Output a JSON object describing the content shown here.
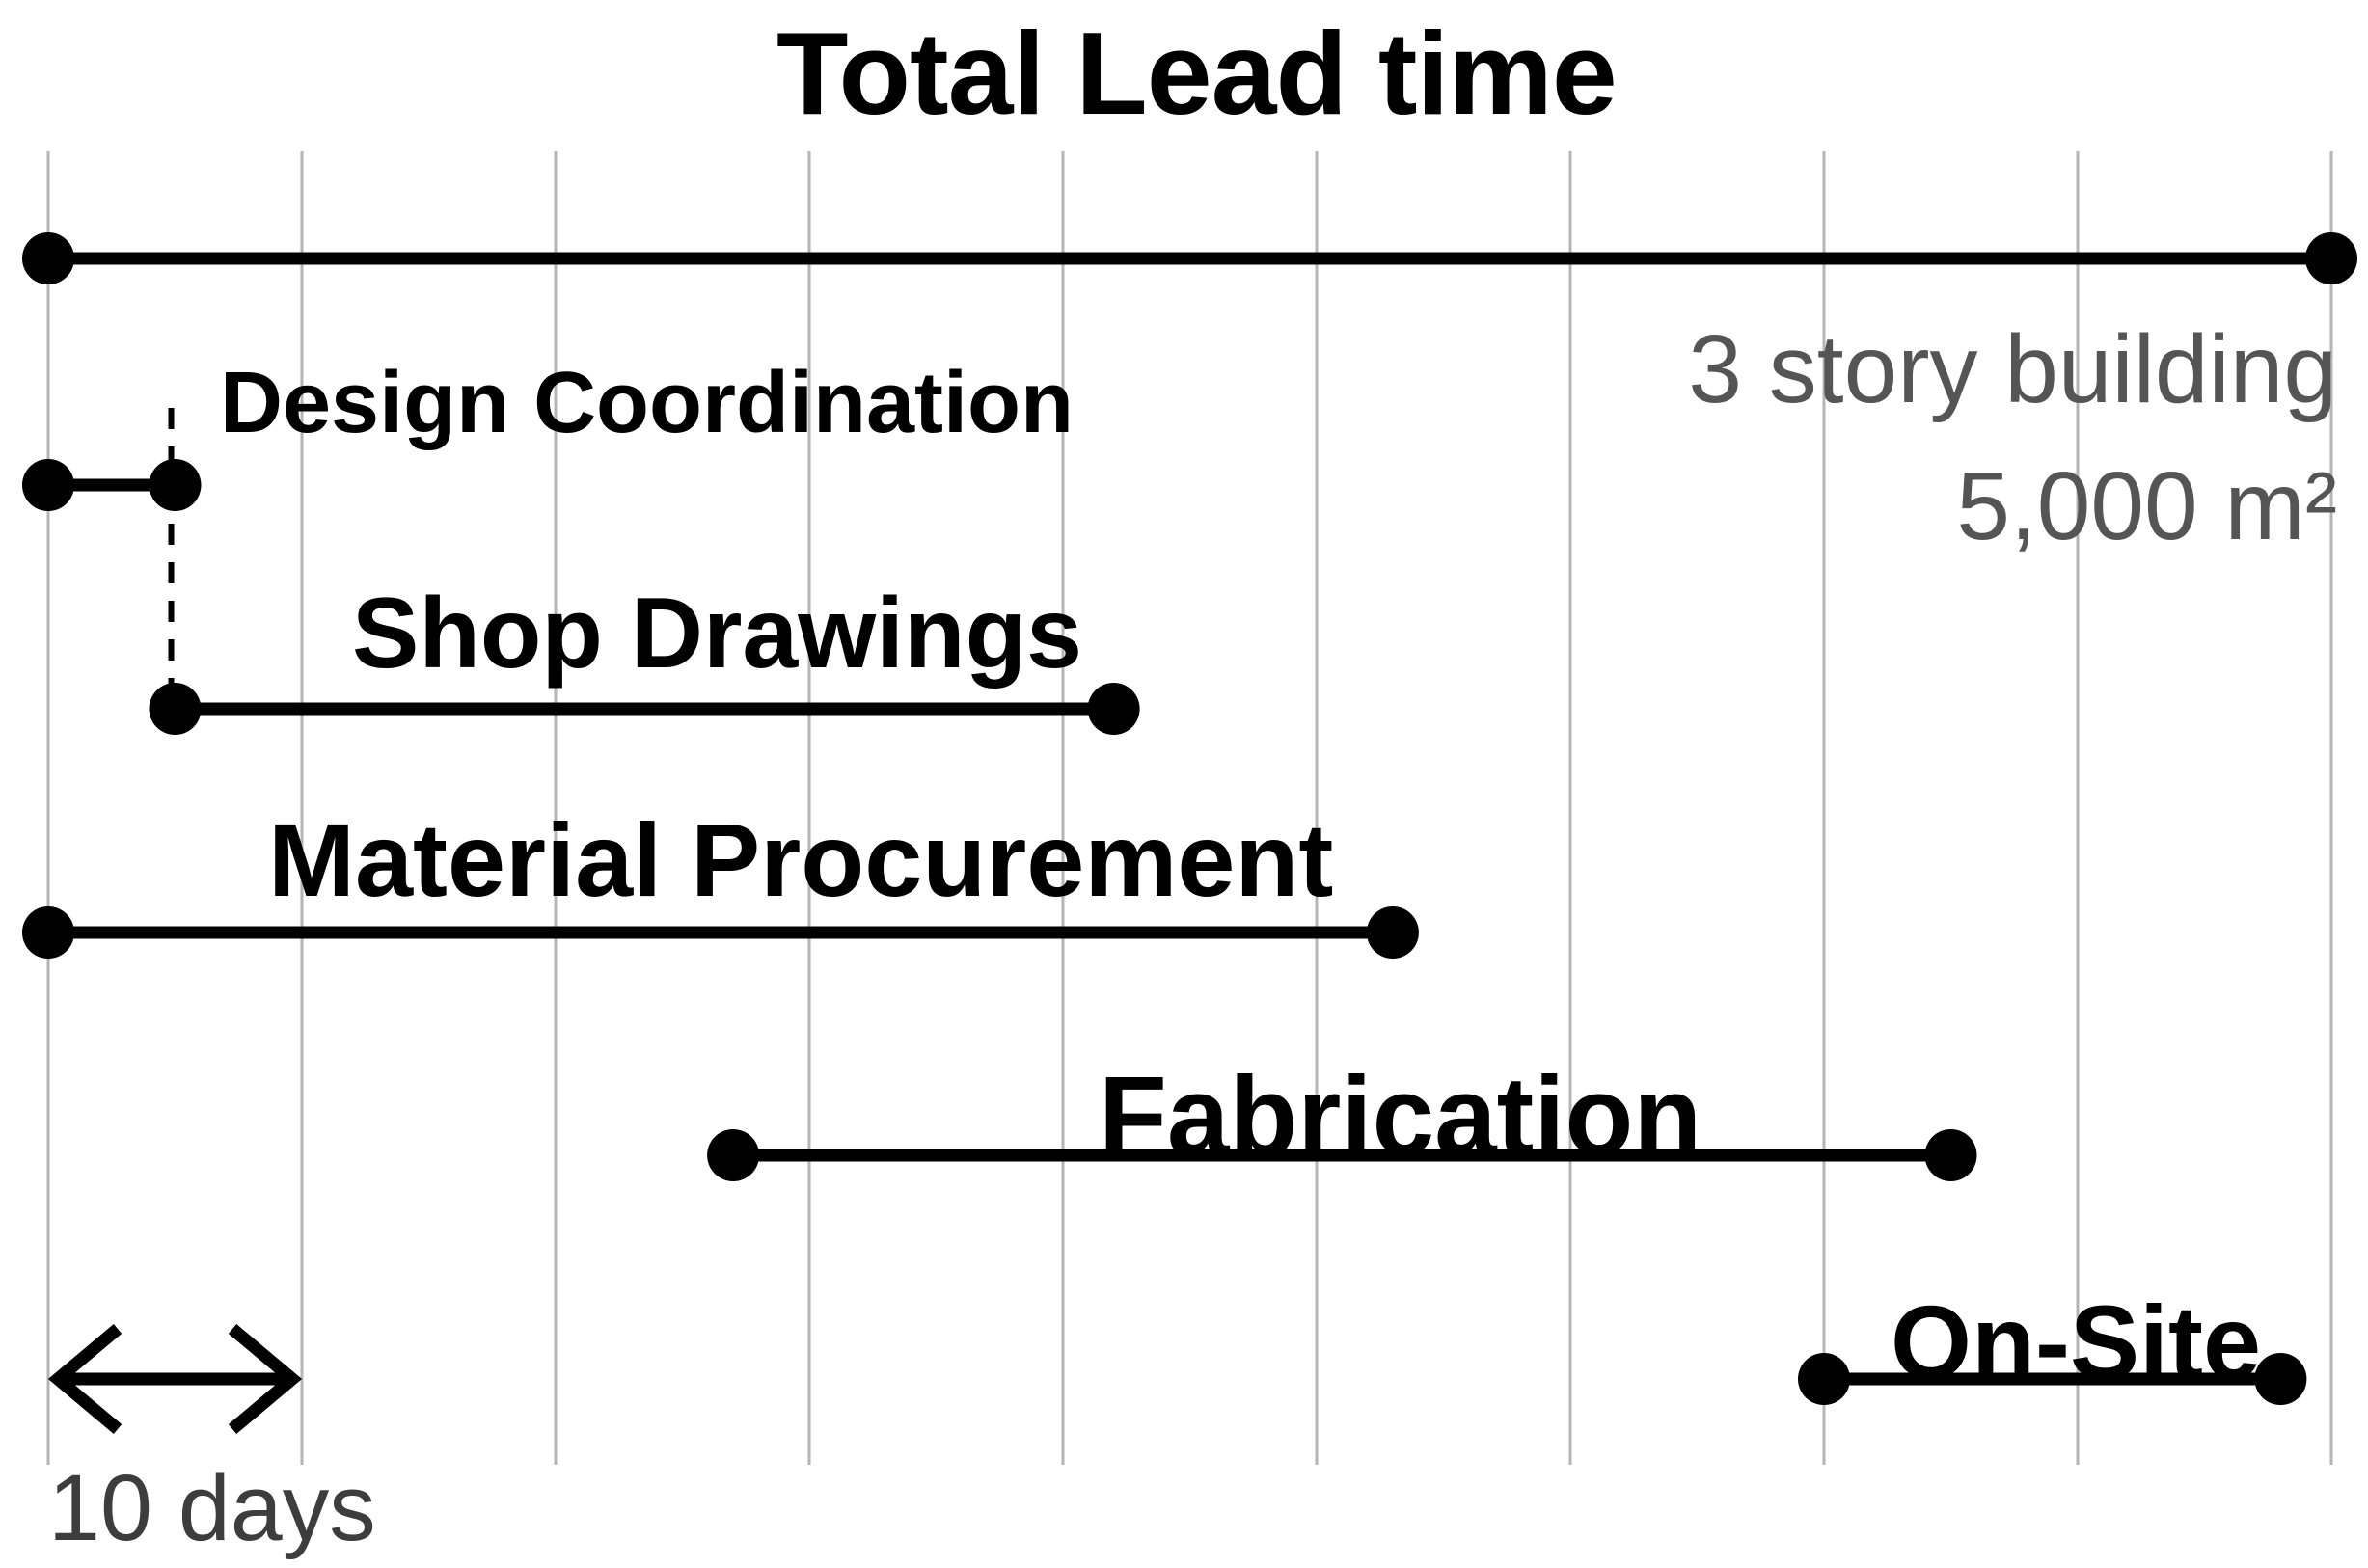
{
  "title": "Total Lead time",
  "annotation": {
    "line1": "3 story building",
    "line2": "5,000 m²"
  },
  "scale_label": "10 days",
  "colors": {
    "bar": "#000000",
    "gridline": "#b5b5b5",
    "annotation_text": "#555555",
    "scale_text": "#3d3d3d",
    "label_text": "#000000"
  },
  "chart_data": {
    "type": "gantt",
    "title": "Total Lead time",
    "unit": "days",
    "grid_interval_days": 10,
    "axis_range_days": [
      0,
      90
    ],
    "gridline_count": 10,
    "grid_visible": true,
    "tasks": [
      {
        "label": "Total Lead time",
        "start": 0,
        "end": 90,
        "row": 0,
        "label_shown_above_bar": false
      },
      {
        "label": "Design Coordination",
        "start": 0,
        "end": 5,
        "row": 1,
        "label_shown_above_bar": true
      },
      {
        "label": "Shop Drawings",
        "start": 5,
        "end": 42,
        "row": 2,
        "label_shown_above_bar": true
      },
      {
        "label": "Material Procurement",
        "start": 0,
        "end": 53,
        "row": 3,
        "label_shown_above_bar": true
      },
      {
        "label": "Fabrication",
        "start": 27,
        "end": 75,
        "row": 4,
        "label_shown_above_bar": true
      },
      {
        "label": "On-Site",
        "start": 70,
        "end": 88,
        "row": 5,
        "label_shown_above_bar": true
      }
    ],
    "dependency_connector": {
      "from_task": "Design Coordination",
      "to_task": "Shop Drawings",
      "at_day": 5,
      "style": "dashed"
    },
    "scale_arrow": {
      "from_day": 0,
      "to_day": 10,
      "label": "10 days"
    },
    "annotation": "3 story building 5,000 m²"
  }
}
